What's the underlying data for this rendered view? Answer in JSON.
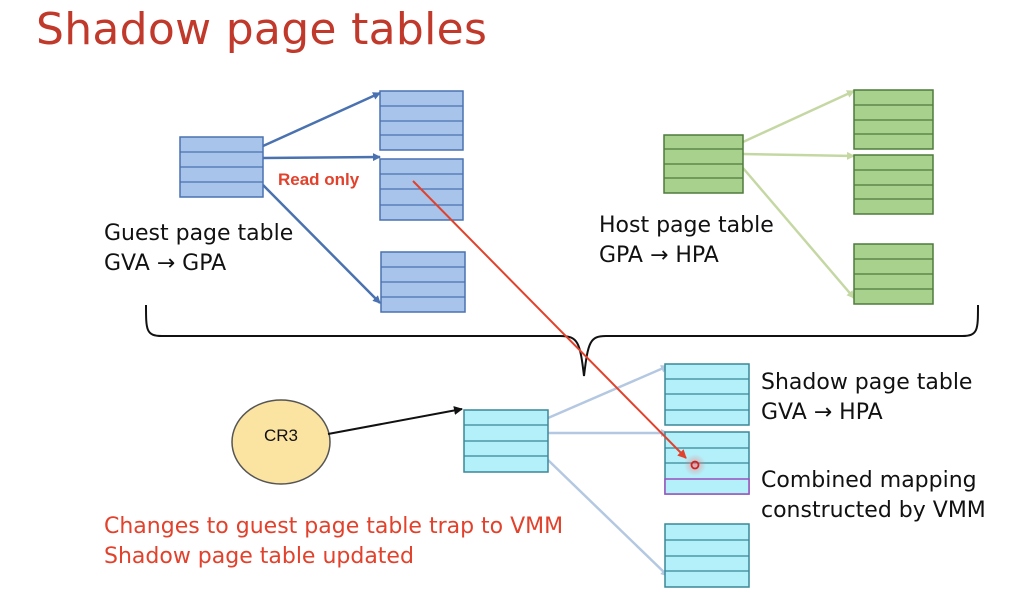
{
  "slide": {
    "title": "Shadow page tables"
  },
  "guest": {
    "line1": "Guest page table",
    "line2": "GVA → GPA",
    "annotation": "Read only"
  },
  "host": {
    "line1": "Host page table",
    "line2": "GPA → HPA"
  },
  "shadow": {
    "line1": "Shadow page table",
    "line2": "GVA → HPA",
    "combined1": "Combined mapping",
    "combined2": "constructed by VMM"
  },
  "register": {
    "label": "CR3"
  },
  "notes": {
    "line1": "Changes to guest page table trap to VMM",
    "line2": "Shadow page table updated"
  },
  "colors": {
    "guest_fill": "#a9c4eb",
    "host_fill": "#a9d18e",
    "shadow_fill": "#b3f0fa",
    "accent_red": "#e2412b",
    "cr3_fill": "#fbe3a1"
  }
}
